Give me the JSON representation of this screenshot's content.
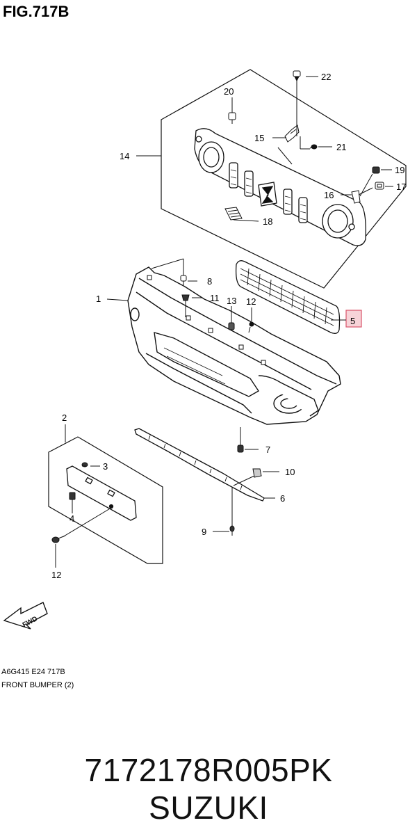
{
  "figure": {
    "title": "FIG.717B"
  },
  "callouts": {
    "c1": "1",
    "c2": "2",
    "c3": "3",
    "c4": "4",
    "c5": "5",
    "c6": "6",
    "c7": "7",
    "c8": "8",
    "c9": "9",
    "c10": "10",
    "c11": "11",
    "c12a": "12",
    "c12b": "12",
    "c13": "13",
    "c14": "14",
    "c15": "15",
    "c16": "16",
    "c17": "17",
    "c18": "18",
    "c19": "19",
    "c20": "20",
    "c21": "21",
    "c22": "22"
  },
  "direction_label": "FWD",
  "footer": {
    "code": "A6G415 E24 717B",
    "name": "FRONT BUMPER (2)"
  },
  "part": {
    "number": "7172178R005PK",
    "brand": "SUZUKI"
  },
  "colors": {
    "ink": "#111111",
    "highlight_fill": "#f7d3d8",
    "highlight_stroke": "#d9536a"
  }
}
